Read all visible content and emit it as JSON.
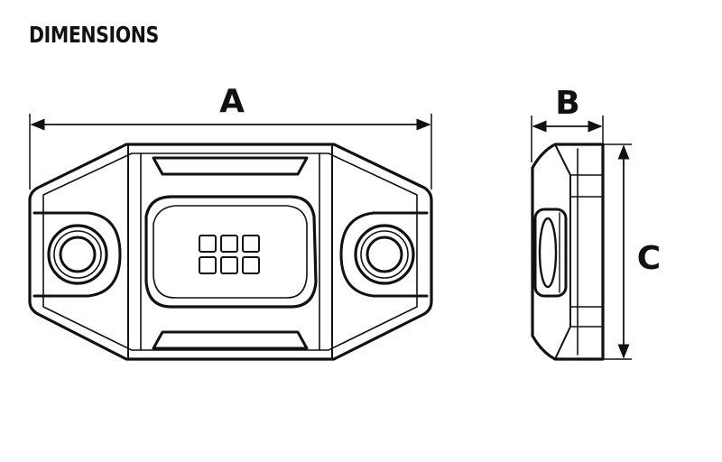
{
  "title": "DIMENSIONS",
  "dimensions": {
    "a": "A",
    "b": "B",
    "c": "C"
  },
  "colors": {
    "line": "#111111",
    "background": "#ffffff"
  }
}
